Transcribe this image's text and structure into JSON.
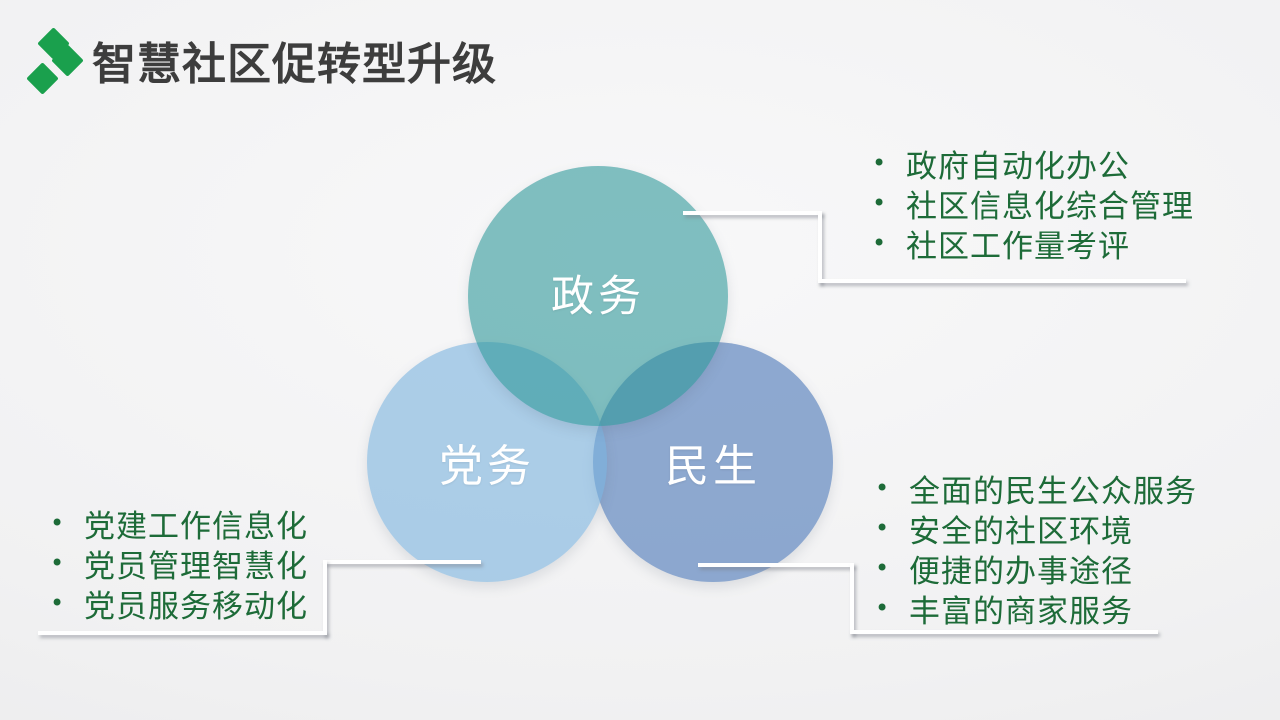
{
  "title": {
    "text": "智慧社区促转型升级"
  },
  "logo": {
    "icon": "three-diamonds",
    "color": "#1aa04d"
  },
  "venn": {
    "circles": [
      {
        "id": "zhengwu",
        "label": "政务",
        "color": "#2f9899"
      },
      {
        "id": "dangwu",
        "label": "党务",
        "color": "#79b3dd"
      },
      {
        "id": "minsheng",
        "label": "民生",
        "color": "#4774b5"
      }
    ]
  },
  "callouts": {
    "gov": {
      "items": [
        "政府自动化办公",
        "社区信息化综合管理",
        "社区工作量考评"
      ]
    },
    "party": {
      "items": [
        "党建工作信息化",
        "党员管理智慧化",
        "党员服务移动化"
      ]
    },
    "livelihood": {
      "items": [
        "全面的民生公众服务",
        "安全的社区环境",
        "便捷的办事途径",
        "丰富的商家服务"
      ]
    }
  },
  "styles": {
    "bullet_text_color": "#1d6b38",
    "title_color": "#3d3d3d",
    "line_color": "#ffffff",
    "background": "#f1f1f2"
  }
}
